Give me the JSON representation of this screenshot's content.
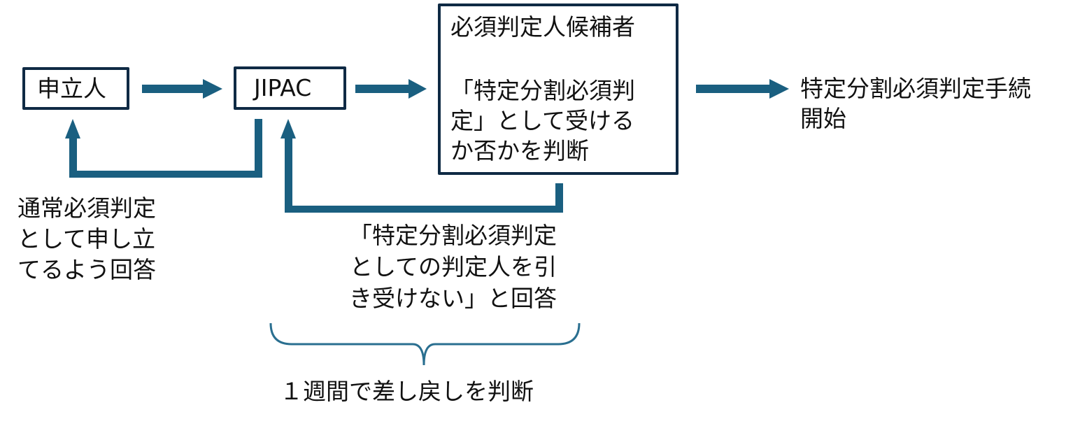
{
  "colors": {
    "box_border": "#0f2a44",
    "arrow": "#1a5f80",
    "brace": "#2a6f90"
  },
  "nodes": {
    "applicant": "申立人",
    "jipac": "JIPAC",
    "candidate_title": "必須判定人候補者",
    "candidate_body": [
      "「特定分割必須判",
      "定」として受ける",
      "か否かを判断"
    ],
    "result": [
      "特定分割必須判定手続",
      "開始"
    ]
  },
  "labels": {
    "reply_normal": [
      "通常必須判定",
      "として申し立",
      "てるよう回答"
    ],
    "reply_decline": [
      "「特定分割必須判定",
      "としての判定人を引",
      "き受けない」と回答"
    ],
    "timeframe": "１週間で差し戻しを判断"
  }
}
